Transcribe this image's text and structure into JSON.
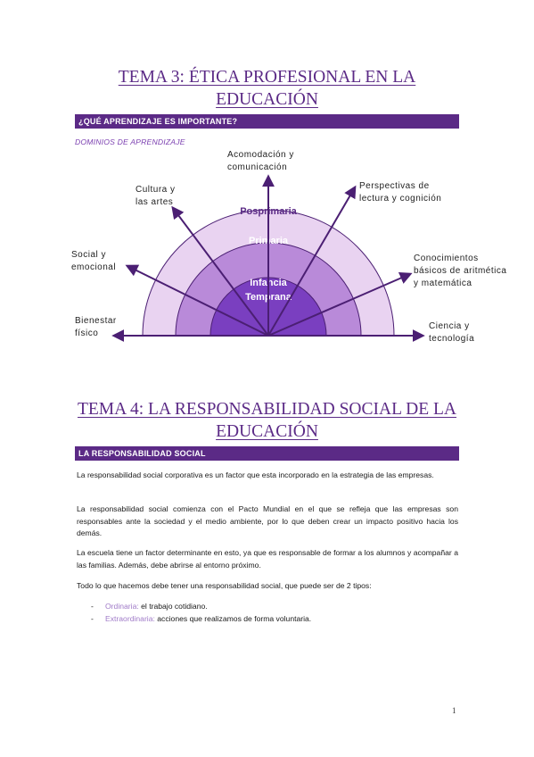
{
  "tema3": {
    "title_line1": "TEMA 3: ÉTICA PROFESIONAL EN LA",
    "title_line2": "EDUCACIÓN",
    "bar": "¿QUÉ APRENDIZAJE ES IMPORTANTE?",
    "subhead": "DOMINIOS DE APRENDIZAJE"
  },
  "diagram": {
    "rings": {
      "outer": "Posprimaria",
      "middle": "Primaria",
      "inner_line1": "Infancia",
      "inner_line2": "Temprana"
    },
    "colors": {
      "outer": "#e9d3f1",
      "middle": "#b98ad9",
      "inner": "#7a3fc0",
      "arrow": "#4b1f73"
    },
    "labels": {
      "acomodacion": "Acomodación y\ncomunicación",
      "cultura": "Cultura y\nlas artes",
      "perspectivas": "Perspectivas de\nlectura y cognición",
      "social": "Social y\nemocional",
      "conocimientos": "Conocimientos\nbásicos de aritmética\ny matemática",
      "bienestar": "Bienestar\nfísico",
      "ciencia": "Ciencia y\ntecnología"
    }
  },
  "tema4": {
    "title_line1": "TEMA 4: LA RESPONSABILIDAD SOCIAL DE LA",
    "title_line2": "EDUCACIÓN",
    "bar": "LA RESPONSABILIDAD SOCIAL",
    "paragraphs": [
      "La responsabilidad social corporativa es un factor que esta incorporado en la estrategia de las empresas.",
      "La responsabilidad social comienza con el Pacto Mundial en el que se refleja que las empresas son responsables ante la sociedad y el medio ambiente, por lo que deben crear un impacto positivo hacia los demás.",
      "La escuela tiene un factor determinante en esto, ya que es responsable de formar a los alumnos y acompañar a las familias. Además, debe abrirse al entorno próximo.",
      "Todo lo que hacemos debe tener una responsabilidad social, que puede ser de 2 tipos:"
    ],
    "list": [
      {
        "dash": "-",
        "term": "Ordinaria:",
        "desc": " el trabajo cotidiano."
      },
      {
        "dash": "-",
        "term": "Extraordinaria:",
        "desc": " acciones que realizamos de forma voluntaria."
      }
    ]
  },
  "page_number": "1"
}
